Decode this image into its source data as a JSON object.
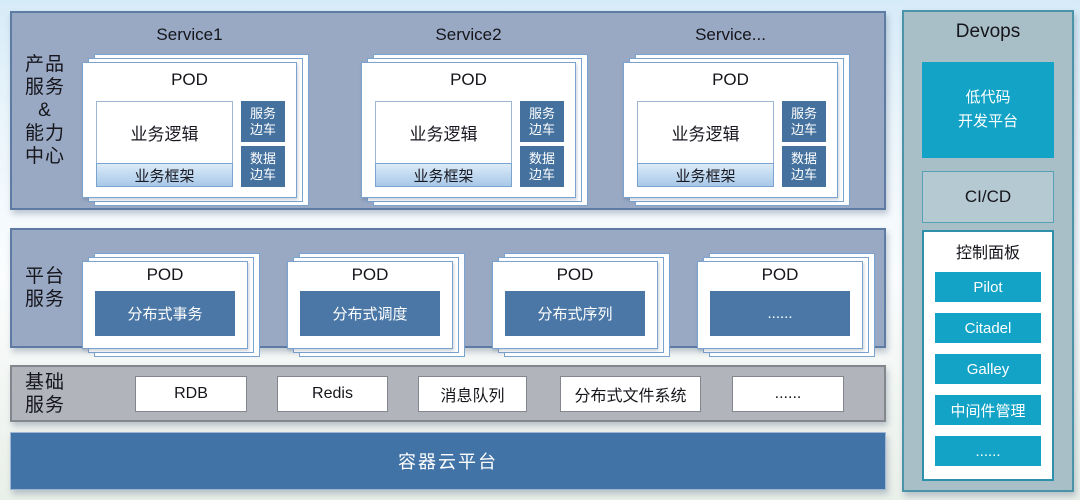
{
  "colors": {
    "row_panel_bg": "#99a9c3",
    "row_panel_border": "#5d7ba3",
    "card_border": "#7ba3cf",
    "sidecar_bg": "#44719e",
    "platform_bar_bg": "#4a77a6",
    "basic_row_bg": "#b1b4bb",
    "container_bar_bg": "#4173a6",
    "devops_bg": "#a9bfc8",
    "devops_border": "#4a93a8",
    "cyan": "#12a3c7",
    "framework_bar_top": "#dcebf8",
    "framework_bar_bottom": "#a9c9e9"
  },
  "product": {
    "label_lines": [
      "产品",
      "服务",
      "&",
      "能力",
      "中心"
    ],
    "services": [
      {
        "title": "Service1",
        "pod_title": "POD",
        "logic": "业务逻辑",
        "framework": "业务框架",
        "sidecar_service": [
          "服务",
          "边车"
        ],
        "sidecar_data": [
          "数据",
          "边车"
        ]
      },
      {
        "title": "Service2",
        "pod_title": "POD",
        "logic": "业务逻辑",
        "framework": "业务框架",
        "sidecar_service": [
          "服务",
          "边车"
        ],
        "sidecar_data": [
          "数据",
          "边车"
        ]
      },
      {
        "title": "Service...",
        "pod_title": "POD",
        "logic": "业务逻辑",
        "framework": "业务框架",
        "sidecar_service": [
          "服务",
          "边车"
        ],
        "sidecar_data": [
          "数据",
          "边车"
        ]
      }
    ]
  },
  "platform": {
    "label_lines": [
      "平台",
      "服务"
    ],
    "pods": [
      {
        "title": "POD",
        "bar": "分布式事务"
      },
      {
        "title": "POD",
        "bar": "分布式调度"
      },
      {
        "title": "POD",
        "bar": "分布式序列"
      },
      {
        "title": "POD",
        "bar": "......"
      }
    ]
  },
  "basic": {
    "label_lines": [
      "基础",
      "服务"
    ],
    "boxes": [
      "RDB",
      "Redis",
      "消息队列",
      "分布式文件系统",
      "......"
    ]
  },
  "container": {
    "label": "容器云平台"
  },
  "devops": {
    "title": "Devops",
    "lowcode_lines": [
      "低代码",
      "开发平台"
    ],
    "cicd": "CI/CD",
    "control_panel": {
      "title": "控制面板",
      "buttons": [
        "Pilot",
        "Citadel",
        "Galley",
        "中间件管理",
        "......"
      ]
    }
  }
}
